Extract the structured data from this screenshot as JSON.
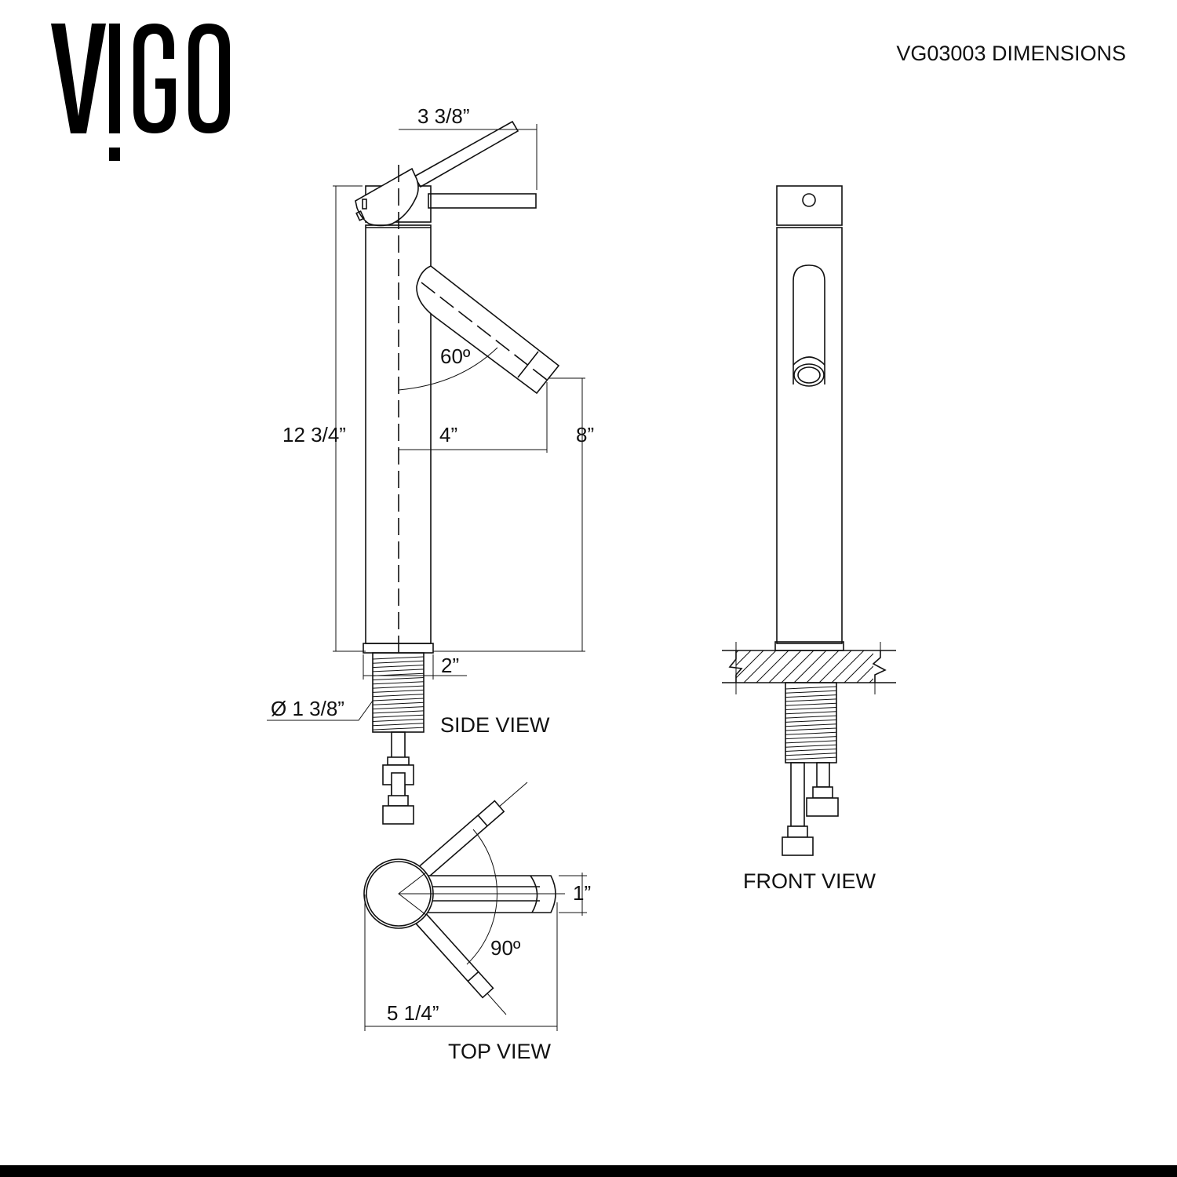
{
  "brand": {
    "logo_text": "VIGO"
  },
  "header": {
    "title": "VG03003 DIMENSIONS"
  },
  "views": {
    "side": {
      "label": "SIDE VIEW",
      "dimensions": {
        "handle_reach": "3 3/8”",
        "total_height": "12 3/4”",
        "spout_angle": "60º",
        "spout_reach": "4”",
        "spout_height": "8”",
        "shank_length": "2”",
        "shank_diameter": "Ø 1 3/8”"
      }
    },
    "front": {
      "label": "FRONT VIEW"
    },
    "top": {
      "label": "TOP VIEW",
      "dimensions": {
        "spout_width": "1”",
        "handle_rotation": "90º",
        "overall_depth": "5 1/4”"
      }
    }
  },
  "colors": {
    "line": "#111111",
    "footer_bar": "#000000",
    "background": "#ffffff"
  }
}
